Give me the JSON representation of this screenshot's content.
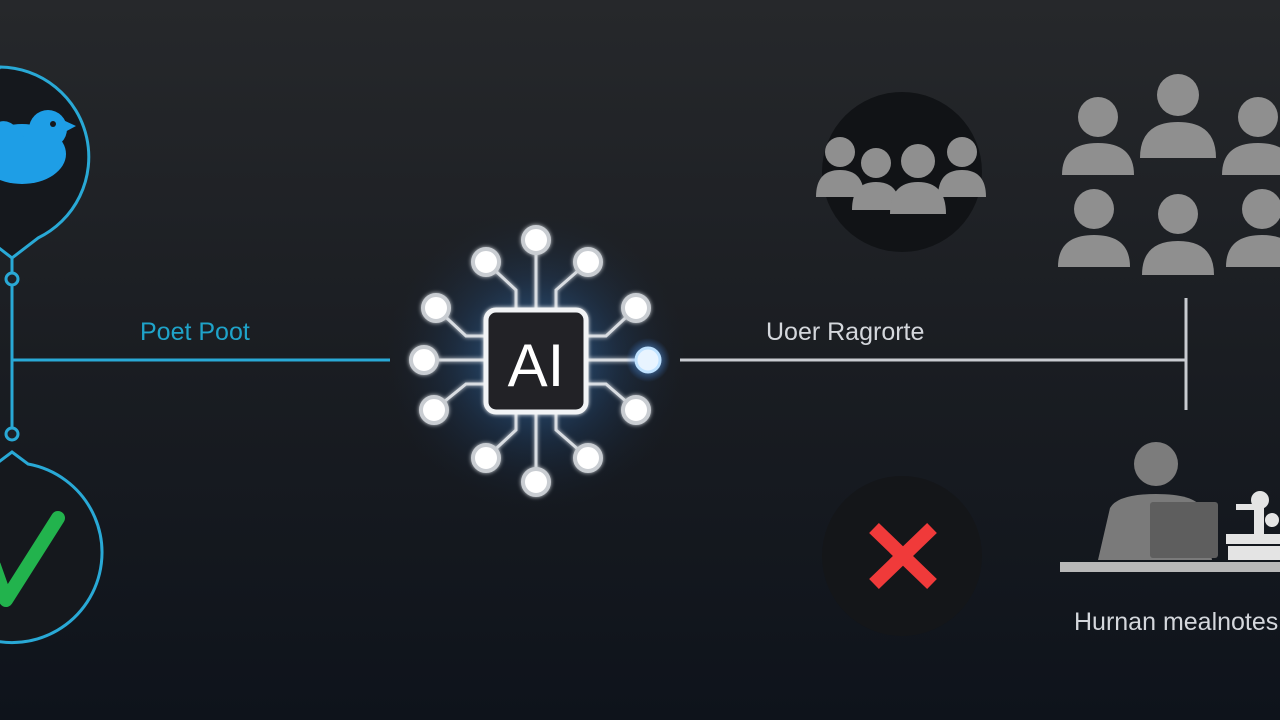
{
  "labels": {
    "post": "Poet Poot",
    "ai_chip": "AI",
    "user_reports": "Uoer Ragrorte",
    "human_moderators": "Hurnan mealnotes"
  },
  "colors": {
    "accent_cyan": "#29a9d6",
    "bird_blue": "#1e9ee6",
    "check_green": "#22b34d",
    "cross_red": "#f03a3a",
    "people_gray": "#8f8f8f",
    "line_gray": "#c8cbd0"
  },
  "icons": {
    "bird": "bird-icon",
    "check": "check-icon",
    "chip": "ai-chip-icon",
    "group": "user-group-icon",
    "crowd": "people-grid-icon",
    "cross": "cross-icon",
    "moderator": "human-moderator-icon"
  }
}
